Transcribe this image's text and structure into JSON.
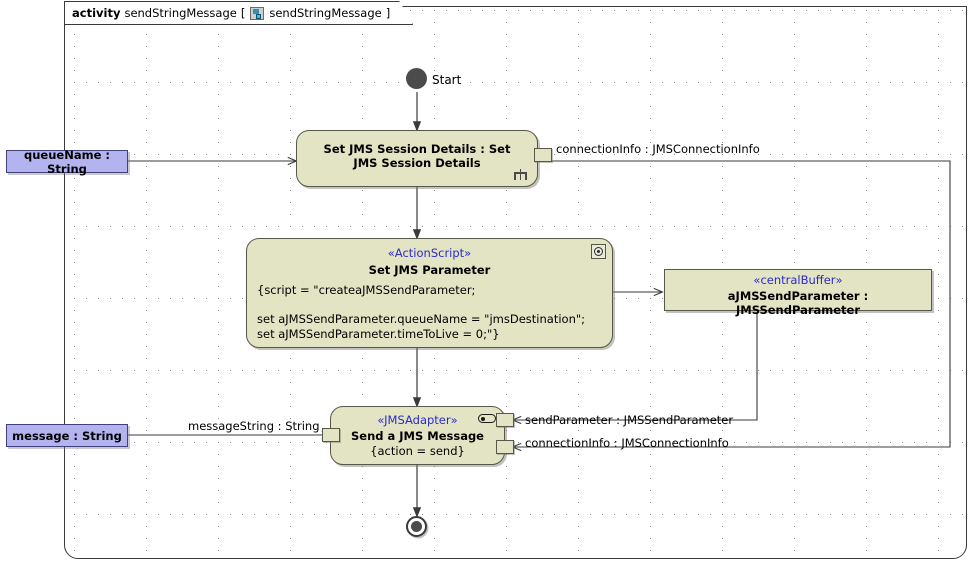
{
  "frame": {
    "keyword": "activity",
    "name": "sendStringMessage",
    "bracket_open": "[",
    "icon": "activity-diagram-icon",
    "diagram_name": "sendStringMessage",
    "bracket_close": "]"
  },
  "nodes": {
    "start": {
      "label": "Start",
      "icon": "initial-node-icon"
    },
    "session": {
      "title": "Set JMS Session Details : Set JMS Session Details",
      "icon": "call-behavior-rake-icon"
    },
    "parameter": {
      "stereotype": "«ActionScript»",
      "title": "Set JMS Parameter",
      "icon": "script-gear-icon",
      "body_lines": [
        "{script = \"createaJMSSendParameter;",
        "",
        "set aJMSSendParameter.queueName = \"jmsDestination\";",
        "set aJMSSendParameter.timeToLive = 0;\"}"
      ]
    },
    "buffer": {
      "stereotype": "«centralBuffer»",
      "title": "aJMSSendParameter : JMSSendParameter"
    },
    "send": {
      "stereotype": "«JMSAdapter»",
      "title": "Send a JMS Message",
      "constraint": "{action = send}",
      "icon": "adapter-pill-icon"
    },
    "final": {
      "icon": "activity-final-node-icon"
    }
  },
  "parameters": [
    {
      "label": "queueName : String"
    },
    {
      "label": "message : String"
    }
  ],
  "edge_labels": {
    "connection_info_top": "connectionInfo : JMSConnectionInfo",
    "message_string": "messageString : String",
    "send_parameter": "sendParameter : JMSSendParameter",
    "connection_info_bottom": "connectionInfo : JMSConnectionInfo"
  },
  "colors": {
    "node_fill": "#e3e4c4",
    "node_border": "#57584a",
    "param_fill": "#b3b3f0",
    "param_border": "#40407a",
    "stereotype_text": "#2b2bc8",
    "edge": "#3a3a3a",
    "canvas": "#ffffff"
  }
}
